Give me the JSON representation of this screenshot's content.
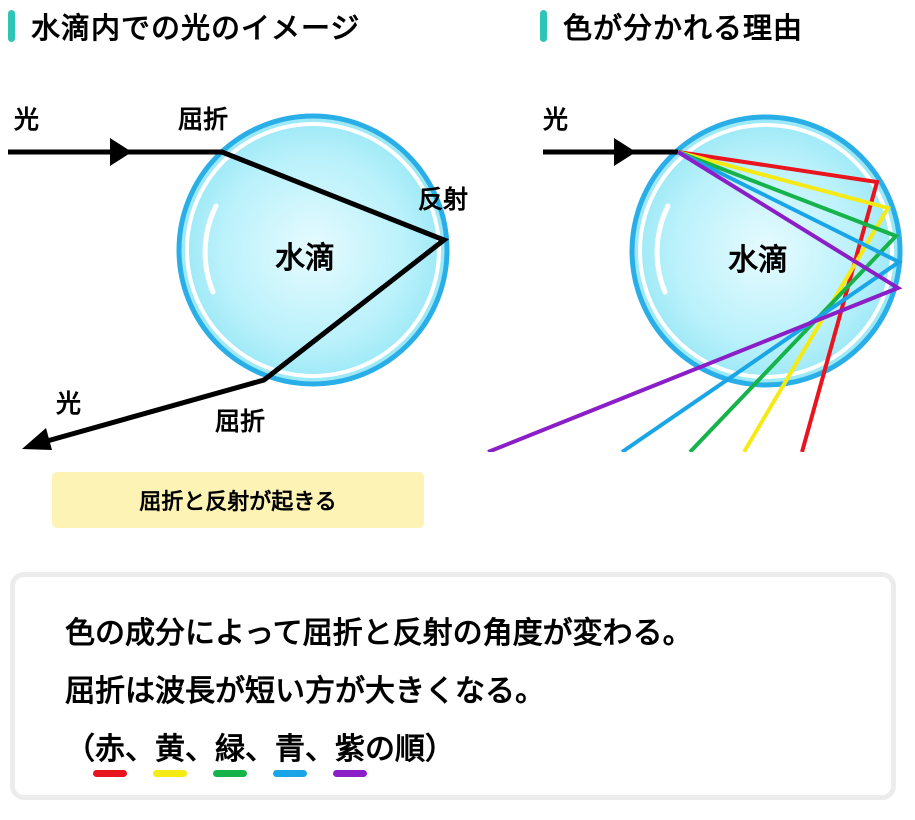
{
  "titles": {
    "left": "水滴内での光のイメージ",
    "right": "色が分かれる理由"
  },
  "left_diagram": {
    "light_in": "光",
    "refraction_in": "屈折",
    "reflection": "反射",
    "droplet": "水滴",
    "light_out": "光",
    "refraction_out": "屈折"
  },
  "right_diagram": {
    "light_in": "光",
    "droplet": "水滴"
  },
  "caption": "屈折と反射が起きる",
  "note": {
    "line1": "色の成分によって屈折と反射の角度が変わる。",
    "line2": "屈折は波長が短い方が大きくなる。",
    "line3_open": "（",
    "colors": [
      {
        "name": "赤",
        "color": "#e8141e"
      },
      {
        "name": "黄",
        "color": "#f5ea14"
      },
      {
        "name": "緑",
        "color": "#15b34a"
      },
      {
        "name": "青",
        "color": "#1aa6e6"
      },
      {
        "name": "紫",
        "color": "#8c1ec8"
      }
    ],
    "separator": "、",
    "line3_close": "の順）"
  },
  "colors": {
    "accent": "#2ec4b6",
    "droplet_fill": "#aeeffa",
    "droplet_border": "#2aaee8",
    "caption_bg": "#fdf3b4",
    "note_border": "#ececec"
  }
}
